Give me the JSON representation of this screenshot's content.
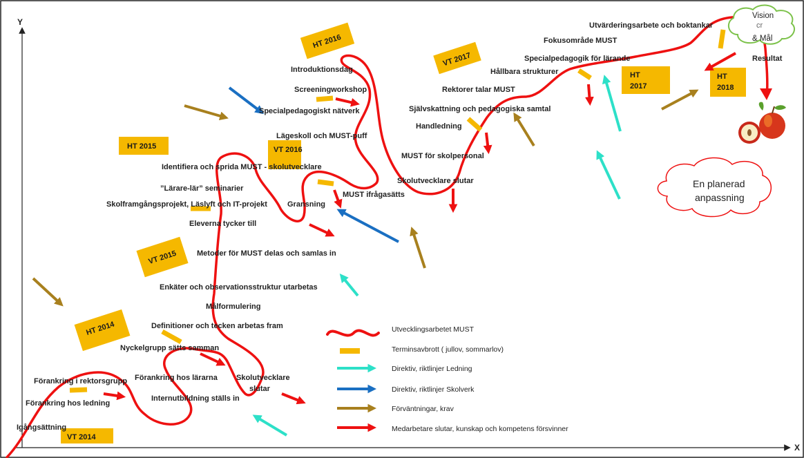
{
  "axes": {
    "y_label": "Y",
    "x_label": "X"
  },
  "colors": {
    "path": "#ee1111",
    "break": "#f5b800",
    "tag": "#f5b800",
    "leadership": "#2de0c8",
    "agency": "#1a6fc2",
    "expectations": "#a8801e",
    "staff_loss": "#ee1111",
    "cloud_red": "#ee1111",
    "cloud_green": "#7cc24a"
  },
  "terms": [
    "VT 2014",
    "HT 2014",
    "VT 2015",
    "HT 2015",
    "VT 2016",
    "HT 2016",
    "VT 2017",
    "HT 2017",
    "HT 2018"
  ],
  "milestones": [
    "Igångsättning",
    "Förankring hos ledning",
    "Förankring i rektorsgrupp",
    "Förankring hos lärarna",
    "Internutbildning ställs in",
    "Nyckelgrupp sätts samman",
    "Skolutvecklare slutar",
    "Definitioner och tecken arbetas fram",
    "Målformulering",
    "Enkäter och observationsstruktur utarbetas",
    "Metoder för MUST delas och samlas in",
    "Eleverna tycker till",
    "Skolframgångsprojekt, Läslyft och IT-projekt",
    "”Lärare-lär” seminarier",
    "Identifiera och sprida MUST - skolutvecklare",
    "Gransning",
    "MUST ifrågasätts",
    "Lägeskoll och MUST-puff",
    "Specialpedagogiskt nätverk",
    "Screeningworkshop",
    "Introduktionsdag",
    "Skolutvecklare slutar",
    "MUST för skolpersonal",
    "Handledning",
    "Självskattning och pedagogiska samtal",
    "Rektorer talar MUST",
    "Hållbara strukturer",
    "Specialpedagogik för lärande",
    "Fokusområde MUST",
    "Utvärderingsarbete och boktankar",
    "Vision",
    "& Mål",
    "Resultat"
  ],
  "legend": [
    "Utvecklingsarbetet MUST",
    "Terminsavbrott ( jullov, sommarlov)",
    "Direktiv, riktlinjer Ledning",
    "Direktiv, riktlinjer  Skolverk",
    "Förväntningar, krav",
    "Medarbetare slutar, kunskap och kompetens försvinner"
  ],
  "cloud": {
    "line1": "En planerad",
    "line2": "anpassning"
  }
}
